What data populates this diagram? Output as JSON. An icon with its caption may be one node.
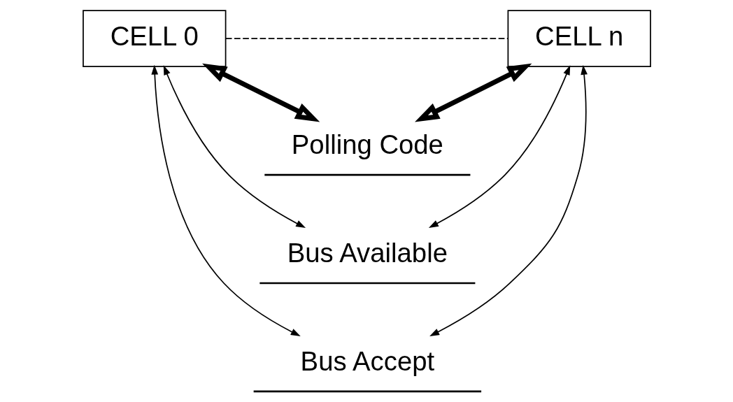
{
  "diagram": {
    "nodes": [
      {
        "text": [
          "CELL 0"
        ]
      },
      {
        "text": [
          "CELL n"
        ]
      },
      {
        "text": [
          "Polling Code"
        ]
      },
      {
        "text": [
          "Bus Available"
        ]
      },
      {
        "text": [
          "Bus Accept"
        ]
      }
    ],
    "edges": [
      {
        "from": 0,
        "to": 1,
        "arrow": "none",
        "style": "dashed"
      },
      {
        "from": 0,
        "to": 4,
        "arrow": "both"
      },
      {
        "from": 0,
        "to": 3,
        "arrow": "both"
      },
      {
        "from": 0,
        "to": 2,
        "arrow": "both",
        "style": "thick"
      },
      {
        "from": 1,
        "to": 4,
        "arrow": "both"
      },
      {
        "from": 1,
        "to": 3,
        "arrow": "both"
      },
      {
        "from": 1,
        "to": 2,
        "arrow": "both",
        "style": "thick"
      }
    ]
  }
}
